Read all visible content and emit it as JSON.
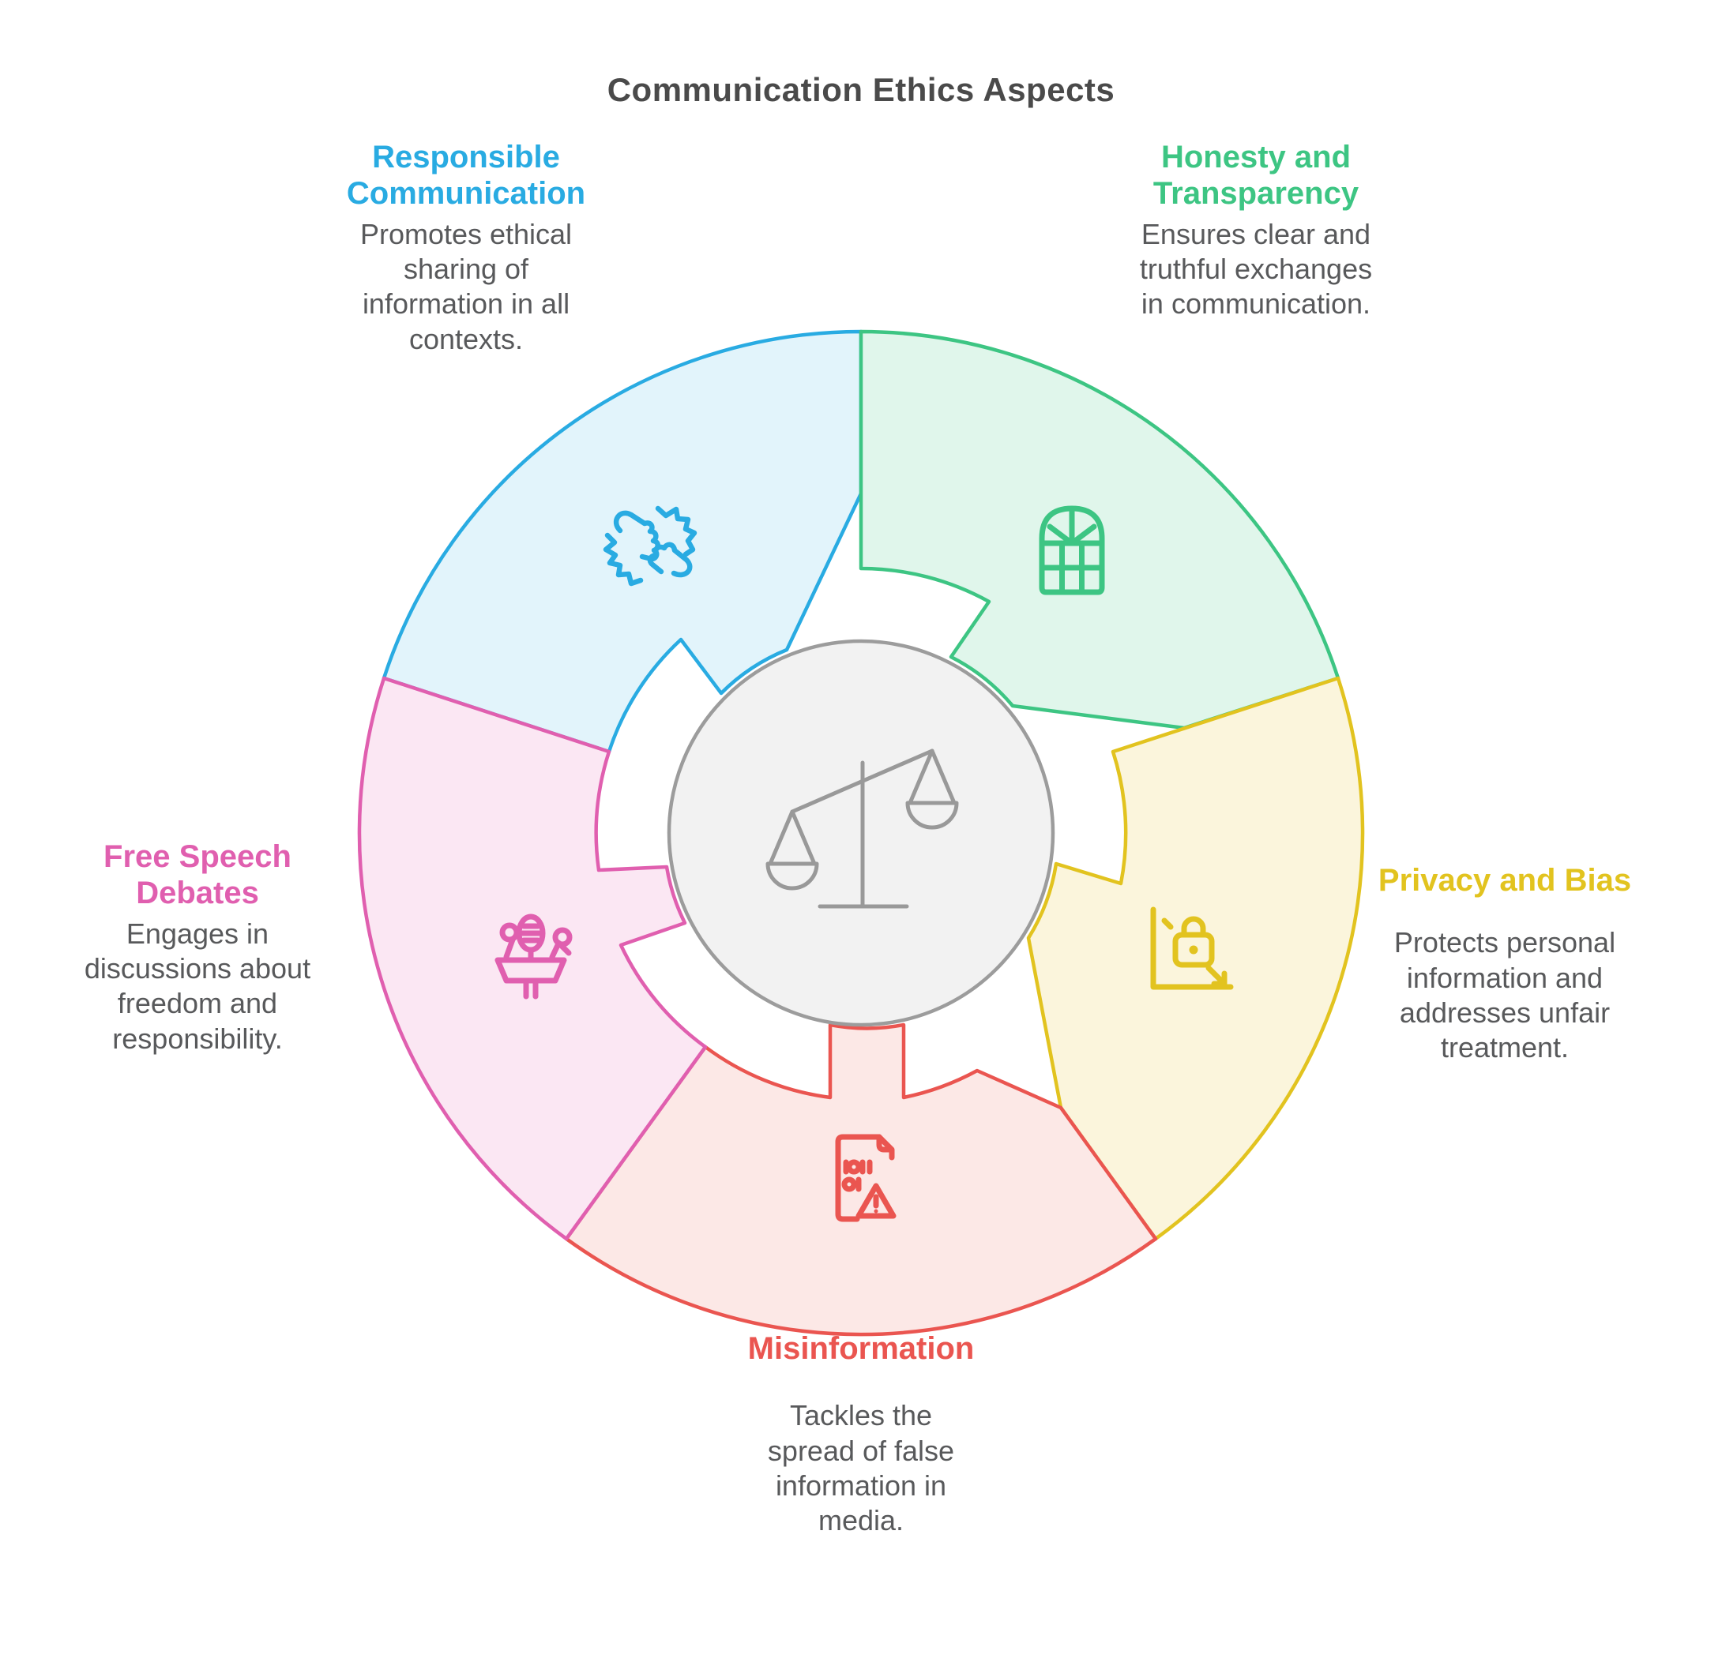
{
  "title": "Communication Ethics Aspects",
  "center": {
    "icon": "balance-scale-icon",
    "circle_fill": "#F2F2F2",
    "circle_stroke": "#9C9C9C",
    "icon_color": "#999999"
  },
  "segments": [
    {
      "id": "responsible-communication",
      "label": "Responsible Communication",
      "description": "Promotes ethical sharing of information in all contexts.",
      "color": "#29ABE2",
      "fill": "#E2F4FB",
      "icon": "handshake-collaboration-icon",
      "position": "top-left"
    },
    {
      "id": "honesty-and-transparency",
      "label": "Honesty and Transparency",
      "description": "Ensures clear and truthful exchanges in communication.",
      "color": "#3DC583",
      "fill": "#E0F6EB",
      "icon": "window-transparency-icon",
      "position": "top-right"
    },
    {
      "id": "privacy-and-bias",
      "label": "Privacy and Bias",
      "description": "Protects personal information and addresses unfair treatment.",
      "color": "#E2C31F",
      "fill": "#FBF5DC",
      "icon": "privacy-lock-icon",
      "position": "right"
    },
    {
      "id": "misinformation",
      "label": "Misinformation",
      "description": "Tackles the spread of false information in media.",
      "color": "#EA5550",
      "fill": "#FCE8E6",
      "icon": "false-document-warning-icon",
      "position": "bottom"
    },
    {
      "id": "free-speech-debates",
      "label": "Free Speech Debates",
      "description": "Engages in discussions about freedom and responsibility.",
      "color": "#E05FAF",
      "fill": "#FBE7F3",
      "icon": "podium-microphones-icon",
      "position": "left"
    }
  ]
}
